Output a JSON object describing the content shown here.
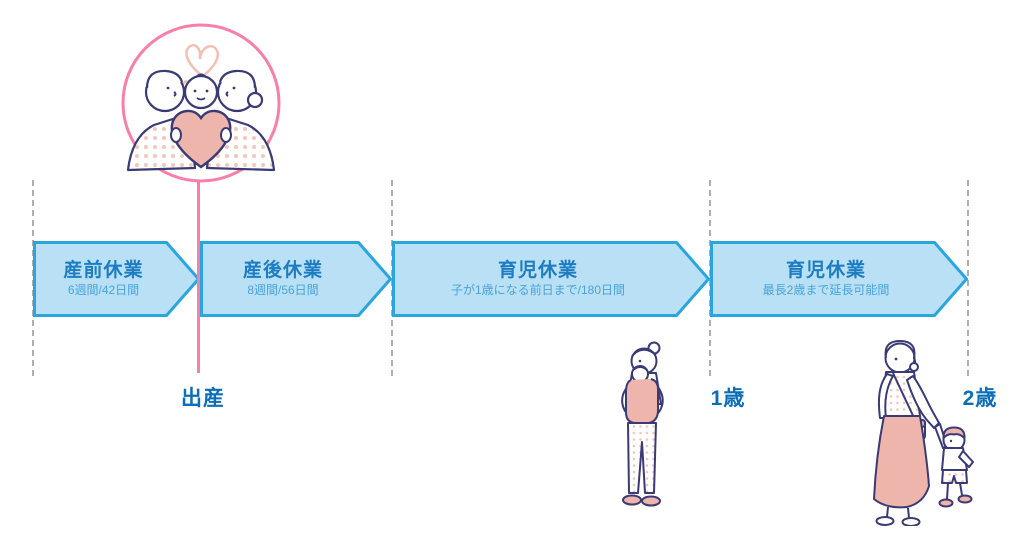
{
  "colors": {
    "arrow_fill": "#b9e0f4",
    "arrow_border": "#2aa5de",
    "stage_title_text": "#1e7dc1",
    "stage_subtitle_text": "#48a3d9",
    "milestone_text": "#0d6eb8",
    "pink_accent": "#f87fa8",
    "illustration_line": "#3a3a74",
    "illustration_fill": "#eeb5ac",
    "guide_line": "#9b9b9b"
  },
  "timeline": {
    "stages": [
      {
        "title": "産前休業",
        "subtitle": "6週間/42日間"
      },
      {
        "title": "産後休業",
        "subtitle": "8週間/56日間"
      },
      {
        "title": "育児休業",
        "subtitle": "子が1歳になる前日まで/180日間"
      },
      {
        "title": "育児休業",
        "subtitle": "最長2歳まで延長可能間"
      }
    ],
    "milestones": [
      {
        "label": "出産"
      },
      {
        "label": "1歳"
      },
      {
        "label": "2歳"
      }
    ]
  },
  "illustrations": {
    "family": "family-kissing-baby-holding-heart",
    "mom_carrying": "mother-carrying-baby-in-carrier",
    "mom_walking": "mother-walking-with-toddler"
  }
}
